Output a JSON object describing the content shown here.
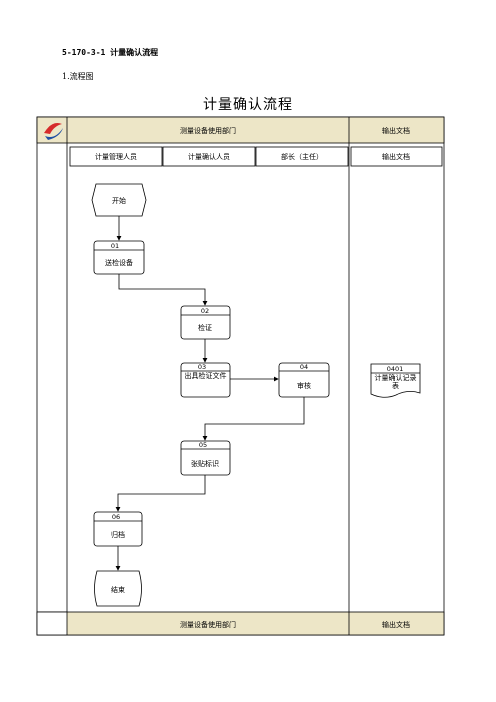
{
  "document": {
    "heading": "5-170-3-1 计量确认流程",
    "section": "1.流程图"
  },
  "flowchart": {
    "title": "计量确认流程",
    "header": {
      "department": "测量设备使用部门",
      "output_docs": "输出文档"
    },
    "roles": [
      "计量管理人员",
      "计量确认人员",
      "部长（主任）"
    ],
    "roles_output_docs": "输出文档",
    "footer": {
      "department": "测量设备使用部门",
      "output_docs": "输出文档"
    },
    "start": "开始",
    "end": "结束",
    "steps": [
      {
        "number": "01",
        "label": "送检设备"
      },
      {
        "number": "02",
        "label": "检证"
      },
      {
        "number": "03",
        "label": "出具检证文件"
      },
      {
        "number": "04",
        "label": "审核"
      },
      {
        "number": "05",
        "label": "张贴标识"
      },
      {
        "number": "06",
        "label": "归档"
      }
    ],
    "document_output": {
      "number": "0401",
      "label": "计量确认记录表"
    }
  },
  "colors": {
    "header_fill": "#ede6c7",
    "lane_fill": "#ffffff",
    "line": "#000000",
    "logo_red": "#d62b2b",
    "logo_blue": "#1f4fa3"
  }
}
